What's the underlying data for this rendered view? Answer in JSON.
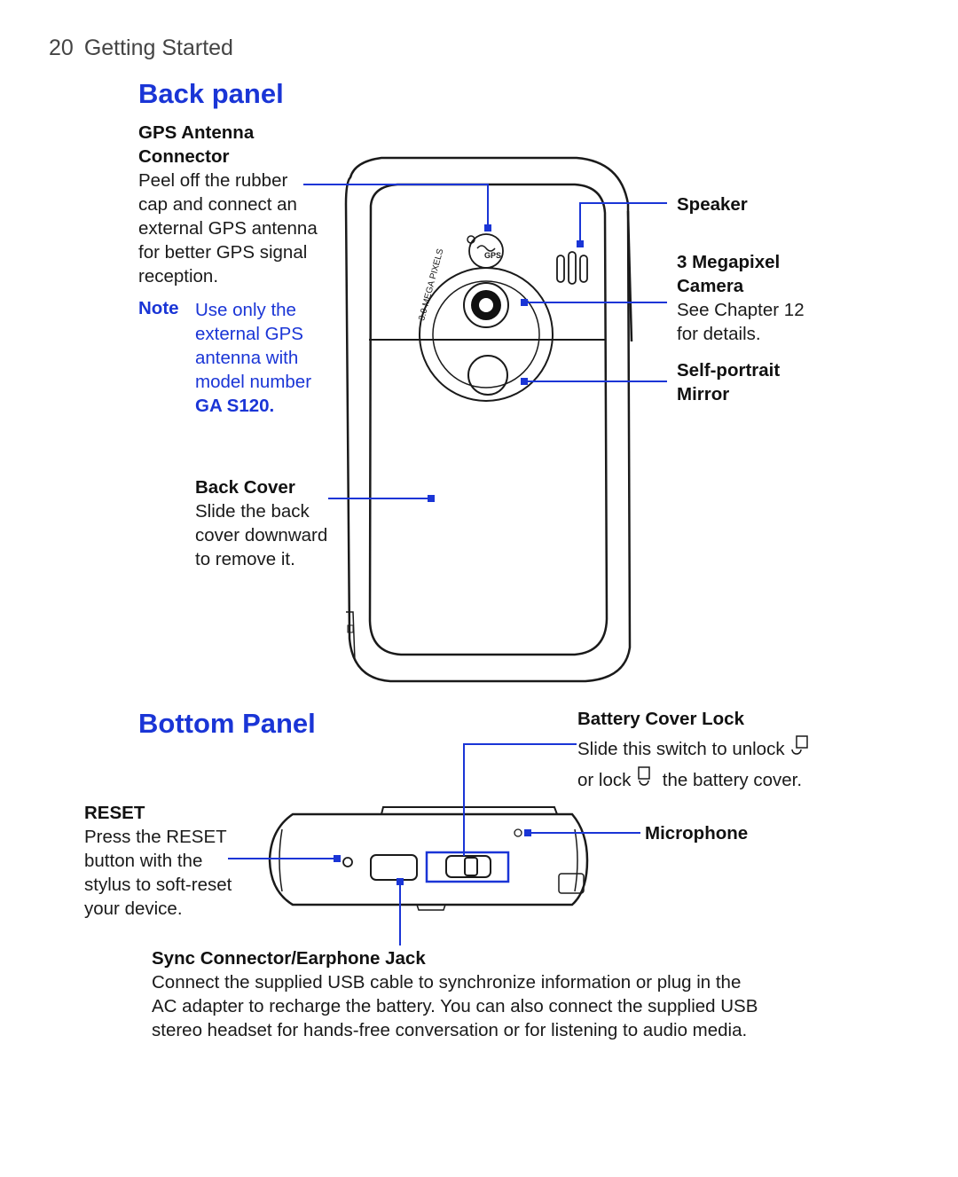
{
  "header": {
    "page_number": "20",
    "section": "Getting Started"
  },
  "back_panel": {
    "title": "Back panel",
    "gps_connector": {
      "label_line1": "GPS Antenna",
      "label_line2": "Connector",
      "desc_lines": [
        "Peel off the rubber",
        "cap and connect an",
        "external GPS antenna",
        "for better GPS signal",
        "reception."
      ]
    },
    "note": {
      "word": "Note",
      "lines": [
        "Use only the",
        "external GPS",
        "antenna with",
        "model number"
      ],
      "model": "GA S120."
    },
    "back_cover": {
      "label": "Back Cover",
      "desc_lines": [
        "Slide the back",
        "cover downward",
        "to remove it."
      ]
    },
    "speaker": {
      "label": "Speaker"
    },
    "camera": {
      "label_line1": "3 Megapixel",
      "label_line2": "Camera",
      "desc_lines": [
        "See Chapter 12",
        "for details."
      ]
    },
    "mirror": {
      "label_line1": "Self-portrait",
      "label_line2": "Mirror"
    },
    "device_text": {
      "gps_mark": "GPS",
      "lens_ring": "3.0 MEGA PIXELS"
    }
  },
  "bottom_panel": {
    "title": "Bottom Panel",
    "battery_lock": {
      "label": "Battery Cover Lock",
      "line1": "Slide this switch to unlock",
      "line2_a": "or lock",
      "line2_b": "the battery cover."
    },
    "reset": {
      "label": "RESET",
      "desc_lines": [
        "Press the RESET",
        "button with the",
        "stylus to soft-reset",
        "your device."
      ]
    },
    "microphone": {
      "label": "Microphone"
    },
    "sync": {
      "label": "Sync Connector/Earphone Jack",
      "desc_lines": [
        "Connect the supplied USB cable to synchronize information or plug in the",
        "AC adapter to recharge the battery. You can also connect the supplied USB",
        "stereo headset for hands-free conversation or for listening to audio media."
      ]
    }
  },
  "colors": {
    "accent": "#1a35d6",
    "text": "#1a1a1a",
    "header": "#444444",
    "callout_line": "#1a35d6"
  }
}
